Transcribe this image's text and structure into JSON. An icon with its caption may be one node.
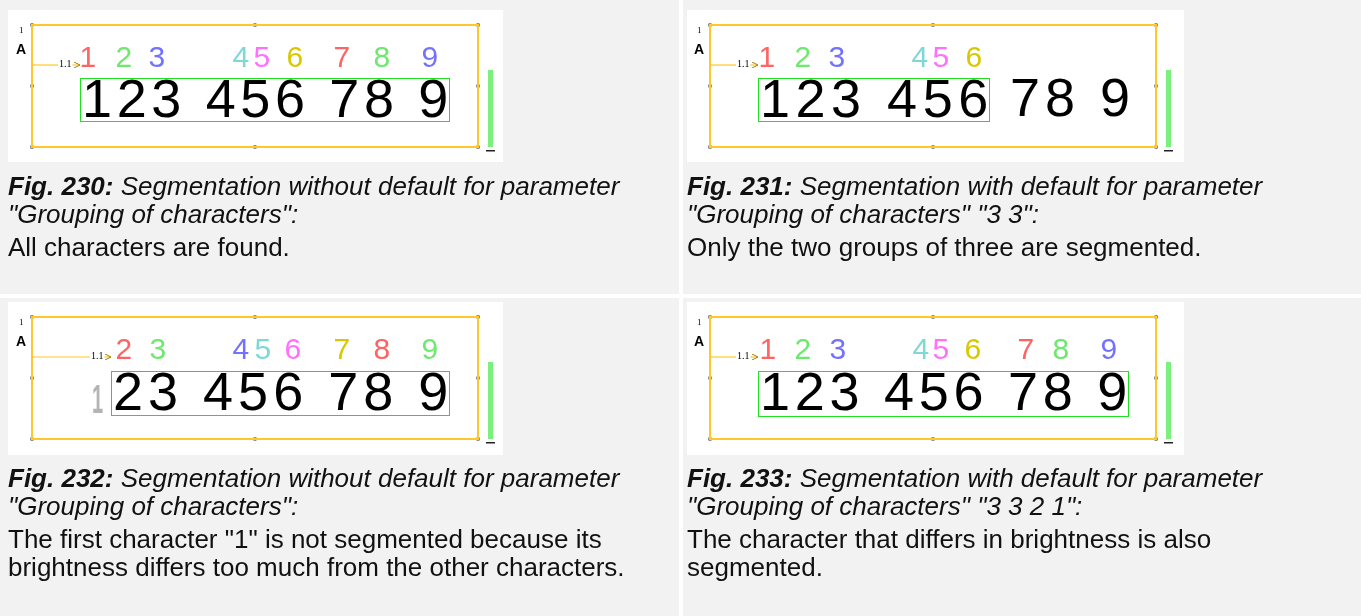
{
  "diagram": {
    "nodes": [
      {
        "text": [],
        "shape": "box"
      },
      {
        "text": [
          "1.1"
        ],
        "in": 0
      },
      {
        "text": [
          "123 456 78 9"
        ],
        "in": 0,
        "beside": [
          "1",
          "2",
          "3",
          "4",
          "5",
          "6",
          "7",
          "8",
          "9"
        ]
      },
      {
        "text": [],
        "shape": "box"
      },
      {
        "text": [
          "1.1"
        ],
        "in": 3
      },
      {
        "text": [
          "123 456"
        ],
        "in": 3,
        "beside": [
          "1",
          "2",
          "3",
          "4",
          "5",
          "6"
        ]
      },
      {
        "text": [],
        "shape": "box"
      },
      {
        "text": [
          "1.1"
        ],
        "in": 6
      },
      {
        "text": [
          "23 456 78 9"
        ],
        "in": 6,
        "beside": [
          "2",
          "3",
          "4",
          "5",
          "6",
          "7",
          "8",
          "9"
        ]
      },
      {
        "text": [],
        "shape": "box"
      },
      {
        "text": [
          "1.1"
        ],
        "in": 9
      },
      {
        "text": [
          "123 456 78 9"
        ],
        "in": 9,
        "beside": [
          "1",
          "2",
          "3",
          "4",
          "5",
          "6",
          "7",
          "8",
          "9"
        ]
      }
    ],
    "edges": [
      {
        "from": 0,
        "to": 1,
        "arrow": "none"
      },
      {
        "from": 1,
        "to": 2,
        "arrow": "to"
      },
      {
        "from": 3,
        "to": 4,
        "arrow": "none"
      },
      {
        "from": 4,
        "to": 5,
        "arrow": "to"
      },
      {
        "from": 6,
        "to": 7,
        "arrow": "none"
      },
      {
        "from": 7,
        "to": 8,
        "arrow": "to"
      },
      {
        "from": 9,
        "to": 10,
        "arrow": "none"
      },
      {
        "from": 10,
        "to": 11,
        "arrow": "to"
      }
    ],
    "labels": [
      "1",
      "A",
      "**Fig. 230:** Segmentation without default for parameter \"Grouping of characters\":",
      "All characters are found.",
      "1",
      "A",
      "78 9",
      "**Fig. 231:** Segmentation with default for parameter \"Grouping of characters\" \"3 3\":",
      "Only the two groups of three are segmented.",
      "1",
      "A",
      "1",
      "**Fig. 232:** Segmentation without default for parameter \"Grouping of characters\":",
      "The first character \"1\" is not segmented because its brightness differs too much from the other characters.",
      "1",
      "A",
      "**Fig. 233:** Segmentation with default for parameter \"Grouping of characters\" \"3 3 2 1\":",
      "The character that differs in brightness is also segmented."
    ]
  }
}
